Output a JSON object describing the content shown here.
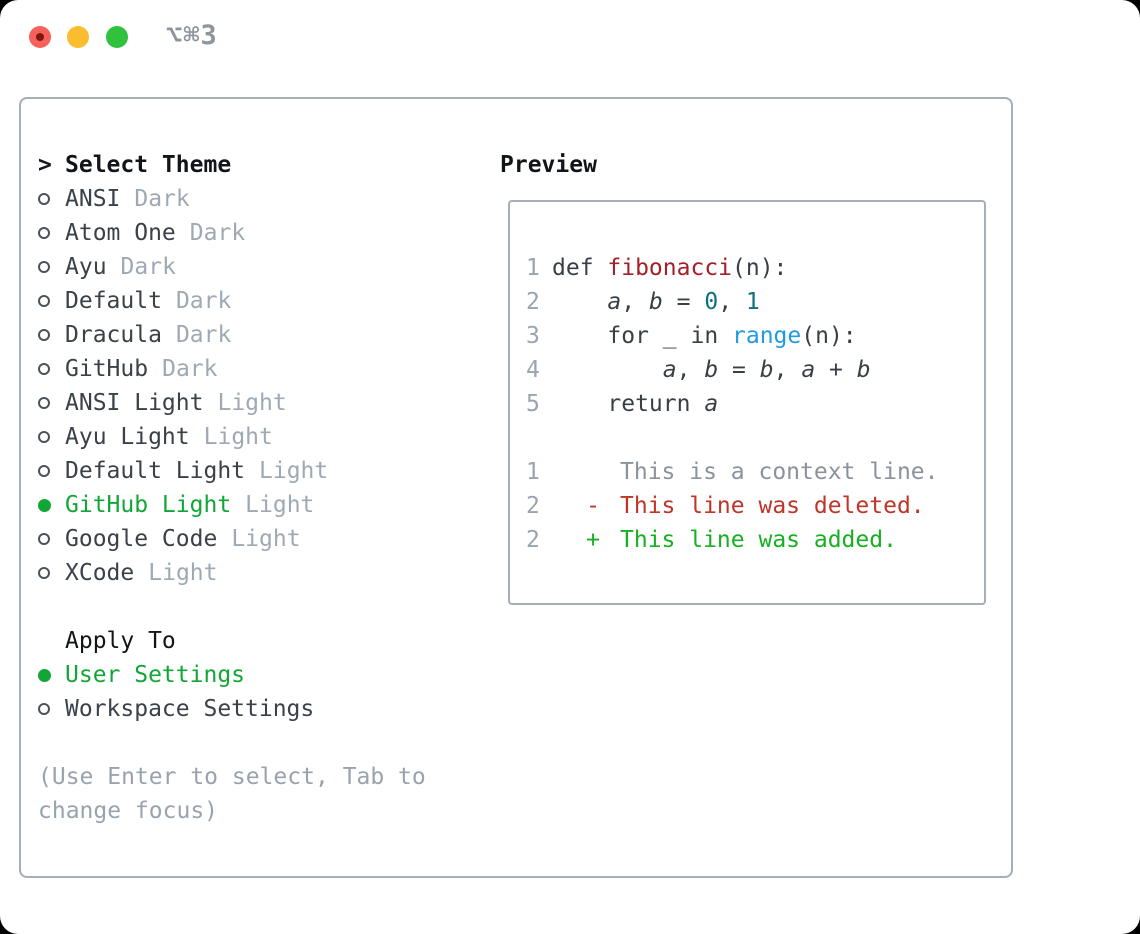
{
  "window": {
    "title": "⌥⌘3"
  },
  "colors": {
    "selected_green": "#12a637",
    "added_green": "#17b022",
    "deleted_red": "#bf3527",
    "context_gray": "#8a939c",
    "function_red": "#a42029",
    "number_teal": "#0e707c",
    "builtin_blue": "#209bdf",
    "muted_gray": "#9fa9b3",
    "traffic_red": "#f6615b",
    "traffic_yellow": "#fabd2f",
    "traffic_green": "#30c13e"
  },
  "theme_panel": {
    "header": {
      "prompt": ">",
      "label": "Select Theme"
    },
    "themes": [
      {
        "name": "ANSI",
        "tag": "Dark",
        "selected": false
      },
      {
        "name": "Atom One",
        "tag": "Dark",
        "selected": false
      },
      {
        "name": "Ayu",
        "tag": "Dark",
        "selected": false
      },
      {
        "name": "Default",
        "tag": "Dark",
        "selected": false
      },
      {
        "name": "Dracula",
        "tag": "Dark",
        "selected": false
      },
      {
        "name": "GitHub",
        "tag": "Dark",
        "selected": false
      },
      {
        "name": "ANSI Light",
        "tag": "Light",
        "selected": false
      },
      {
        "name": "Ayu Light",
        "tag": "Light",
        "selected": false
      },
      {
        "name": "Default Light",
        "tag": "Light",
        "selected": false
      },
      {
        "name": "GitHub Light",
        "tag": "Light",
        "selected": true
      },
      {
        "name": "Google Code",
        "tag": "Light",
        "selected": false
      },
      {
        "name": "XCode",
        "tag": "Light",
        "selected": false
      }
    ],
    "apply_to": {
      "label": "Apply To",
      "options": [
        {
          "name": "User Settings",
          "selected": true
        },
        {
          "name": "Workspace Settings",
          "selected": false
        }
      ]
    },
    "hint": "(Use Enter to select, Tab to change focus)"
  },
  "preview": {
    "title": "Preview",
    "code": [
      {
        "no": "1",
        "tokens": [
          {
            "text": "def ",
            "type": "plain"
          },
          {
            "text": "fibonacci",
            "type": "func"
          },
          {
            "text": "(n):",
            "type": "plain"
          }
        ]
      },
      {
        "no": "2",
        "tokens": [
          {
            "text": "    ",
            "type": "plain"
          },
          {
            "text": "a",
            "type": "var"
          },
          {
            "text": ", ",
            "type": "plain"
          },
          {
            "text": "b",
            "type": "var"
          },
          {
            "text": " = ",
            "type": "plain"
          },
          {
            "text": "0",
            "type": "num"
          },
          {
            "text": ", ",
            "type": "plain"
          },
          {
            "text": "1",
            "type": "num"
          }
        ]
      },
      {
        "no": "3",
        "tokens": [
          {
            "text": "    for _ in ",
            "type": "plain"
          },
          {
            "text": "range",
            "type": "builtin"
          },
          {
            "text": "(n):",
            "type": "plain"
          }
        ]
      },
      {
        "no": "4",
        "tokens": [
          {
            "text": "        ",
            "type": "plain"
          },
          {
            "text": "a",
            "type": "var"
          },
          {
            "text": ", ",
            "type": "plain"
          },
          {
            "text": "b",
            "type": "var"
          },
          {
            "text": " = ",
            "type": "plain"
          },
          {
            "text": "b",
            "type": "var"
          },
          {
            "text": ", ",
            "type": "plain"
          },
          {
            "text": "a",
            "type": "var"
          },
          {
            "text": " + ",
            "type": "plain"
          },
          {
            "text": "b",
            "type": "var"
          }
        ]
      },
      {
        "no": "5",
        "tokens": [
          {
            "text": "    return ",
            "type": "plain"
          },
          {
            "text": "a",
            "type": "var"
          }
        ]
      }
    ],
    "diff": [
      {
        "no": "1",
        "marker": "",
        "text": "This is a context line.",
        "type": "context"
      },
      {
        "no": "2",
        "marker": "-",
        "text": "This line was deleted.",
        "type": "deleted"
      },
      {
        "no": "2",
        "marker": "+",
        "text": "This line was added.",
        "type": "added"
      }
    ]
  }
}
